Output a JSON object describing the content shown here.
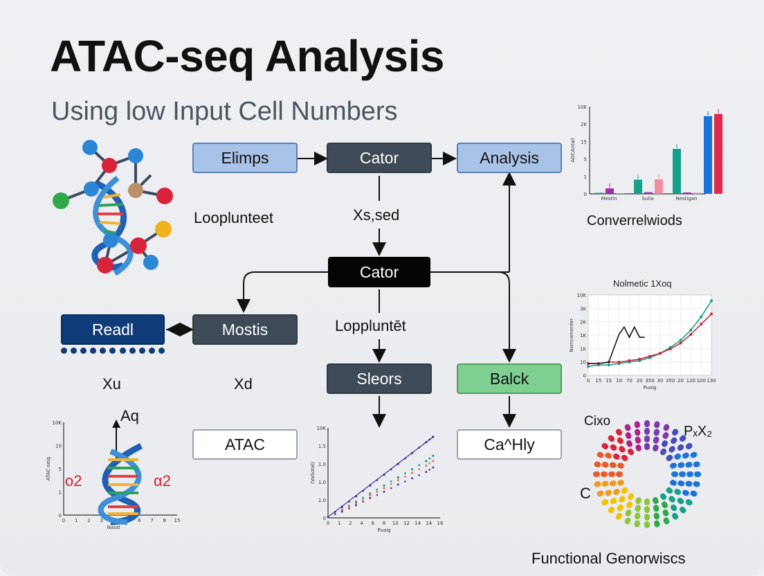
{
  "title": "ATAC-seq Analysis",
  "subtitle": "Using low Input Cell Numbers",
  "flow": {
    "elimps": "Elimps",
    "cator_top": "Cator",
    "analysis": "Analysis",
    "label_loopl_left": "Looplunteet",
    "label_xssed": "Xs,sed",
    "cator_mid": "Cator",
    "readl": "Readl",
    "mostis": "Mostis",
    "label_loopl_mid": "Loppluntēt",
    "label_xu": "Xu",
    "label_xd": "Xd",
    "sleors": "Sleors",
    "balck": "Balck",
    "atac": "ATAC",
    "cahly": "Ca^Hly"
  },
  "colors": {
    "blue": "#a9c3e8",
    "dark": "#3e4a56",
    "black": "#050505",
    "navy": "#0f3c78",
    "green": "#7fcf92",
    "teal": "#17a08a",
    "pink": "#f08fa0",
    "magenta": "#a22ca8",
    "brightblue": "#1a73d9",
    "red": "#e02a4c",
    "darkred": "#c8263c"
  },
  "bottom_left": {
    "label_top": "Aq",
    "label_left": "o2",
    "label_right": "α2",
    "ylabel": "ATAC-seig",
    "xlabel": "Naud"
  },
  "bottom_right": {
    "label_cixo": "Cixo",
    "label_px2": "PₓX₂",
    "label_c": "C",
    "caption": "Functional Genorwiscs"
  },
  "chart_data": [
    {
      "type": "bar",
      "title": "",
      "caption": "Converrelwiods",
      "ylabel": "AOCAntail",
      "categories": [
        "Mestin",
        "Sulia",
        "Nestigan"
      ],
      "yticks": [
        "10K",
        "2K",
        "15",
        "5",
        "1",
        "0"
      ],
      "series": [
        {
          "color": "#17a08a",
          "values": [
            0.4,
            5.2,
            16.5
          ]
        },
        {
          "color": "#a22ca8",
          "values": [
            2.0,
            0.6,
            0.5
          ]
        },
        {
          "color": "#f08fa0",
          "values": [
            0.2,
            5.3,
            0.4
          ]
        },
        {
          "color": "#1a73d9",
          "values": [
            0.0,
            0.0,
            28.5
          ]
        },
        {
          "color": "#e02a4c",
          "values": [
            0.0,
            0.0,
            29.3
          ]
        }
      ],
      "ylim": [
        0,
        32
      ]
    },
    {
      "type": "line",
      "title": "Nolmetic 1Xoq",
      "xlabel": "Puaig",
      "ylabel": "Nomramenter",
      "xticks": [
        "0",
        "15",
        "15",
        "10",
        "70",
        "20",
        "350",
        "30",
        "350",
        "20",
        "120",
        "100",
        "130"
      ],
      "yticks": [
        "10K",
        "3K",
        "2K",
        "1K",
        "1K",
        "10",
        "0"
      ],
      "series": [
        {
          "color": "#17a08a",
          "x": [
            0,
            1,
            2,
            3,
            4,
            5,
            6,
            7,
            8,
            9,
            10,
            11,
            12
          ],
          "values": [
            0.6,
            0.7,
            0.7,
            0.8,
            0.9,
            1.0,
            1.2,
            1.5,
            1.9,
            2.4,
            3.1,
            4.0,
            5.1
          ]
        },
        {
          "color": "#c8263c",
          "x": [
            0,
            1,
            2,
            3,
            4,
            5,
            6,
            7,
            8,
            9,
            10,
            11,
            12
          ],
          "values": [
            0.8,
            0.8,
            0.9,
            0.9,
            1.0,
            1.1,
            1.3,
            1.5,
            1.8,
            2.2,
            2.8,
            3.5,
            4.2
          ]
        },
        {
          "color": "#111111",
          "x": [
            0,
            1,
            2,
            3,
            3.5,
            4,
            4.5,
            5,
            5.5
          ],
          "values": [
            0.8,
            0.8,
            0.9,
            2.8,
            3.3,
            2.6,
            3.3,
            2.6,
            2.6
          ]
        }
      ],
      "ylim": [
        0,
        5.5
      ]
    },
    {
      "type": "scatter",
      "title": "",
      "xlabel": "Puaig",
      "ylabel": "(VaSotal)",
      "xticks": [
        "0",
        "1",
        "2",
        "4",
        "6",
        "8",
        "10",
        "12",
        "14",
        "14",
        "16"
      ],
      "yticks": [
        "10K",
        "1.5",
        "1.0",
        "1.0",
        "1.0",
        "0"
      ],
      "series": [
        {
          "color": "#3a2a9a",
          "x": [
            0,
            2,
            4,
            6,
            8,
            10,
            12,
            14,
            15
          ],
          "values": [
            0.1,
            1.2,
            2.4,
            3.6,
            4.8,
            6.0,
            7.2,
            8.4,
            9.0
          ]
        },
        {
          "color": "#17a08a",
          "x": [
            0,
            2,
            4,
            6,
            8,
            10,
            12,
            14,
            15
          ],
          "values": [
            0.1,
            0.9,
            1.8,
            2.7,
            3.6,
            4.5,
            5.4,
            6.3,
            6.9
          ]
        },
        {
          "color": "#e07a50",
          "x": [
            0,
            2,
            4,
            6,
            8,
            10,
            12,
            14,
            15
          ],
          "values": [
            0.1,
            0.8,
            1.6,
            2.5,
            3.3,
            4.2,
            5.0,
            5.8,
            6.3
          ]
        },
        {
          "color": "#7a3aa8",
          "x": [
            0,
            2,
            4,
            6,
            8,
            10,
            12,
            14,
            15
          ],
          "values": [
            0.1,
            0.7,
            1.4,
            2.2,
            2.9,
            3.7,
            4.4,
            5.1,
            5.6
          ]
        }
      ],
      "ylim": [
        0,
        10
      ]
    },
    {
      "type": "line",
      "title": "",
      "xlabel": "Naud",
      "ylabel": "ATAC-seig",
      "xticks": [
        "0",
        "1",
        "2",
        "3",
        "4",
        "5",
        "6",
        "7",
        "8",
        "15"
      ],
      "yticks": [
        "10K",
        "10",
        "5",
        "1",
        "0"
      ],
      "series": [],
      "ylim": [
        0,
        10
      ]
    }
  ]
}
